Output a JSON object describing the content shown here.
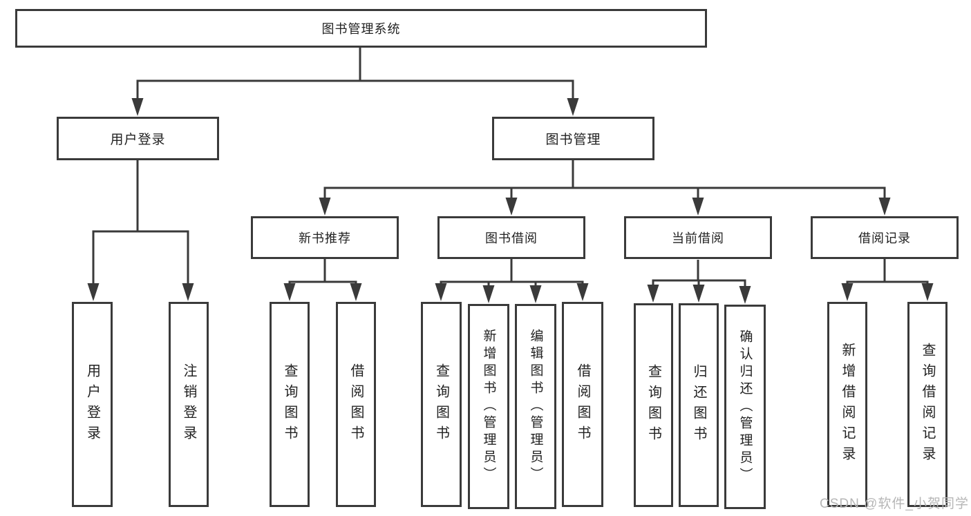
{
  "tree": {
    "root": "图书管理系统",
    "children": [
      {
        "label": "用户登录",
        "leaves": [
          "用户登录",
          "注销登录"
        ]
      },
      {
        "label": "图书管理",
        "children": [
          {
            "label": "新书推荐",
            "leaves": [
              "查询图书",
              "借阅图书"
            ]
          },
          {
            "label": "图书借阅",
            "leaves": [
              "查询图书",
              "新增图书（管理员）",
              "编辑图书（管理员）",
              "借阅图书"
            ]
          },
          {
            "label": "当前借阅",
            "leaves": [
              "查询图书",
              "归还图书",
              "确认归还（管理员）"
            ]
          },
          {
            "label": "借阅记录",
            "leaves": [
              "新增借阅记录",
              "查询借阅记录"
            ]
          }
        ]
      }
    ]
  },
  "watermark": "CSDN @软件_小贺同学",
  "colors": {
    "line": "#3a3a3a",
    "text": "#222222",
    "watermark": "#b6b6b6",
    "background": "#ffffff"
  }
}
